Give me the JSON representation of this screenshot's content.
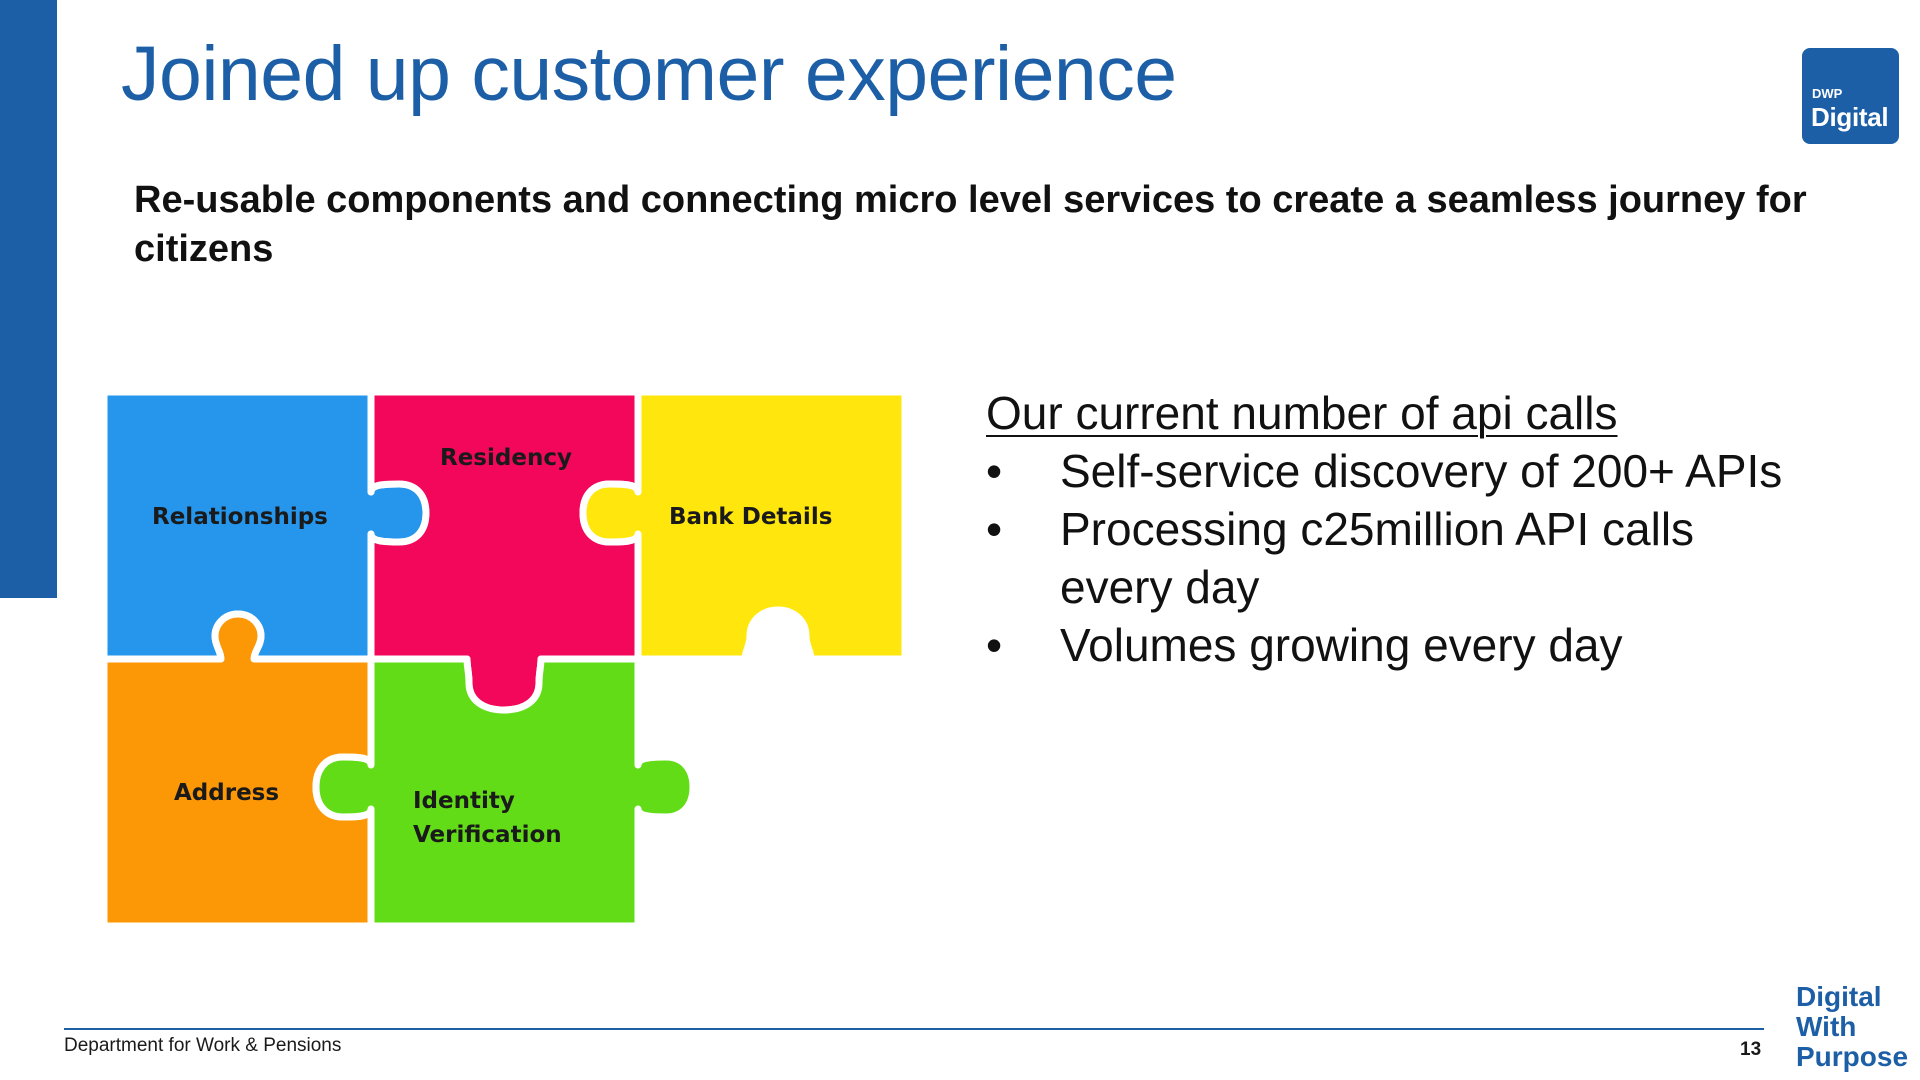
{
  "slide": {
    "title": "Joined up customer experience",
    "subtitle": "Re-usable components and connecting micro level services to create a seamless journey for citizens"
  },
  "logo": {
    "small_text": "DWP",
    "big_text": "Digital",
    "color": "#1d5fa6"
  },
  "puzzle": {
    "pieces": [
      {
        "label": "Relationships",
        "color": "#2596ec"
      },
      {
        "label": "Residency",
        "color": "#f2075b"
      },
      {
        "label": "Bank Details",
        "color": "#ffe70e"
      },
      {
        "label": "Address",
        "color": "#fc9706"
      },
      {
        "label": "Identity Verification",
        "label_lines": [
          "Identity",
          "Verification"
        ],
        "color": "#63dc18"
      }
    ]
  },
  "api_calls": {
    "heading": "Our current number of api calls",
    "bullet_glyph": "•",
    "items": [
      "Self-service discovery of 200+ APIs",
      "Processing c25million API calls every day",
      "Volumes growing every day"
    ]
  },
  "footer": {
    "department": "Department for Work & Pensions",
    "page_number": "13",
    "tagline_lines": [
      "Digital",
      "With",
      "Purpose"
    ]
  }
}
